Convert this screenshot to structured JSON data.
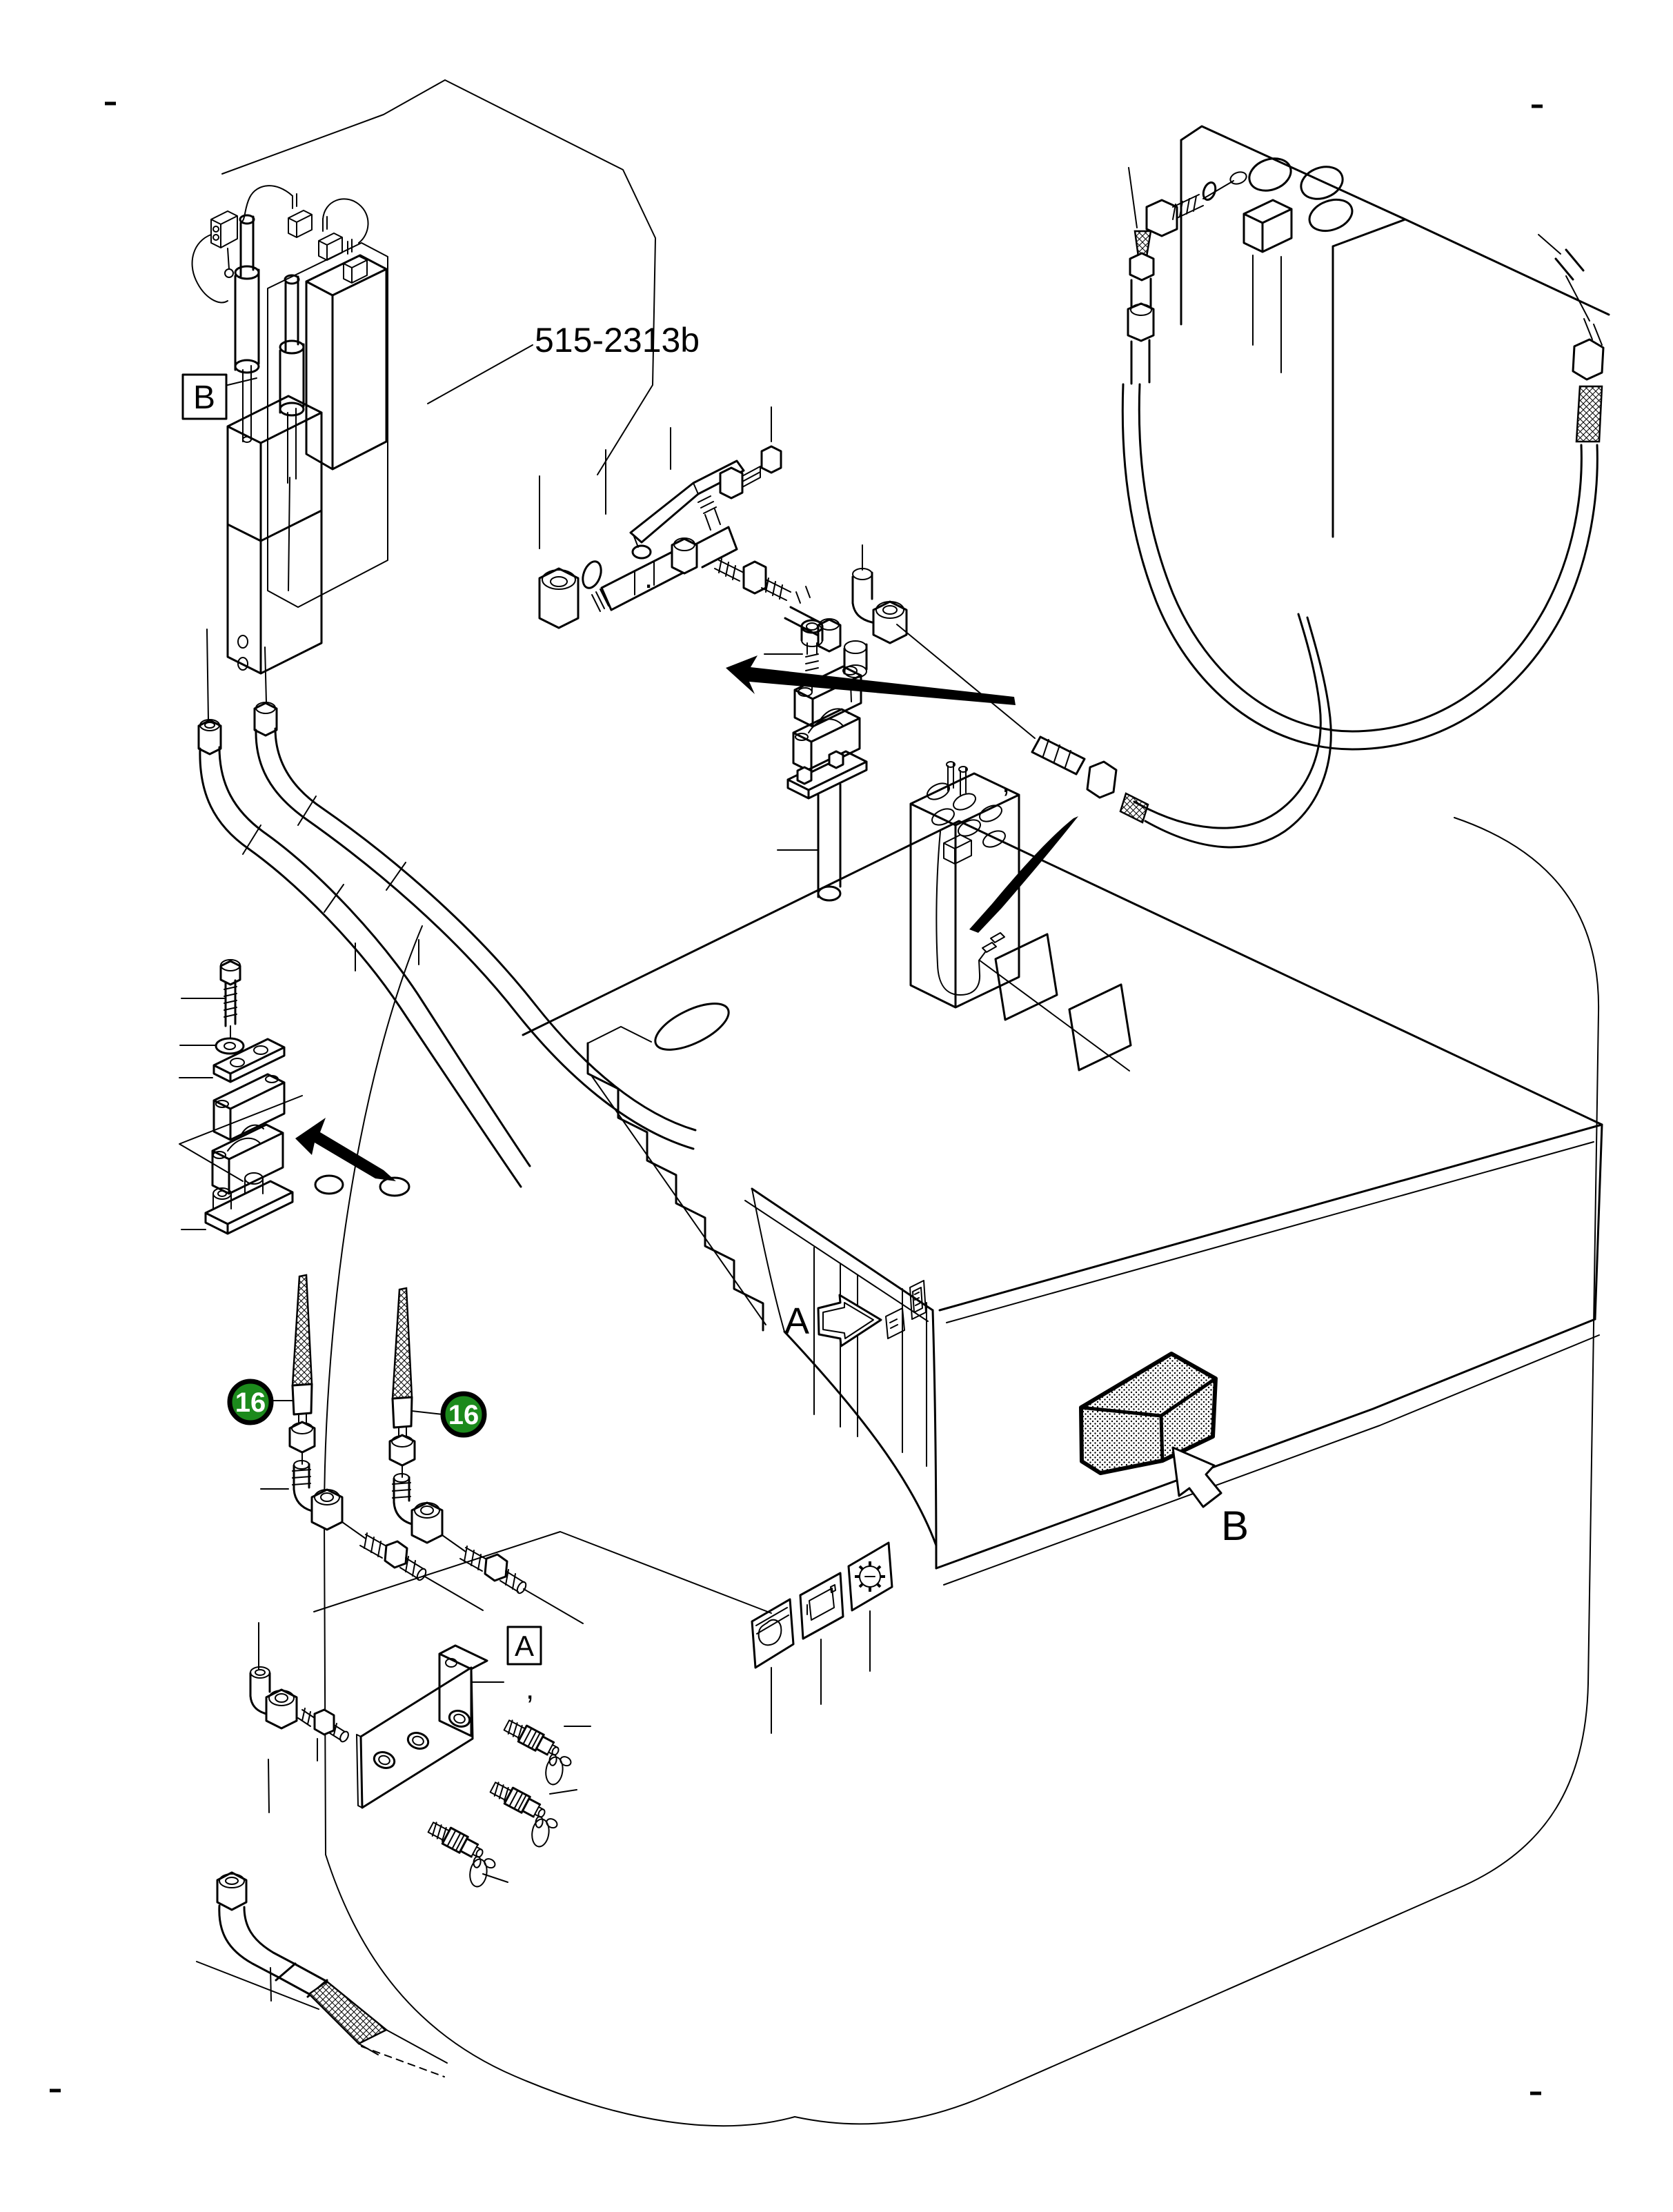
{
  "page": {
    "background": "#ffffff",
    "ink": "#000000"
  },
  "callouts": {
    "part_number": "515-2313b",
    "view_b_box": "B",
    "view_a_box": "A",
    "pointer_a": "A",
    "pointer_b": "B",
    "badge_left": {
      "text": "16",
      "fill": "#1c8a1c",
      "text_color": "#ffffff"
    },
    "badge_right": {
      "text": "16",
      "fill": "#1c8a1c",
      "text_color": "#ffffff"
    }
  },
  "marks": {
    "comma_upper": ",",
    "comma_lower": ",",
    "dot": "."
  },
  "legend": {
    "highlight_box_style": "stippled",
    "badge_meaning": "part-item-16-hotspot"
  }
}
